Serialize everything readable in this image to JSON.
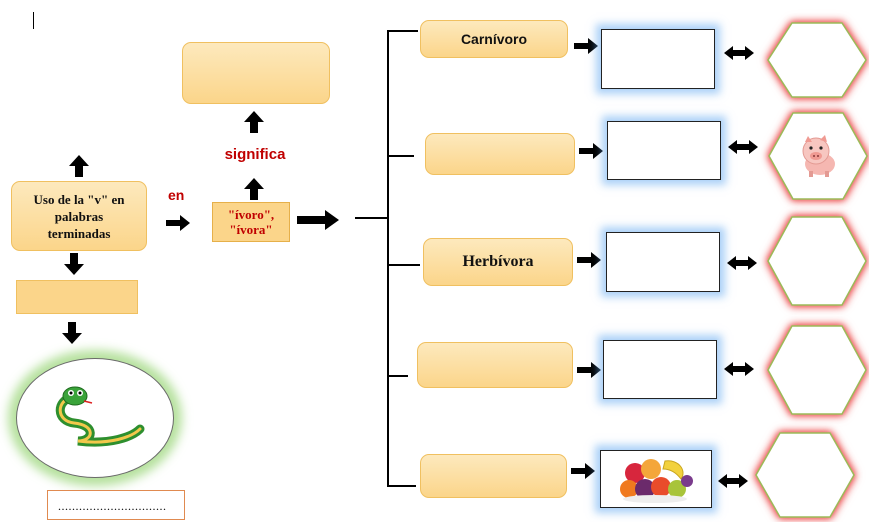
{
  "left": {
    "topic": "Uso de la \"v\" en palabras terminadas",
    "dotted_line": "...............................",
    "image_icon": "snake-icon"
  },
  "connector_en": "en",
  "connector_significa": "significa",
  "endings": "\"ívoro\", \"ívora\"",
  "branches": [
    {
      "label": "Carnívoro",
      "image_icon": ""
    },
    {
      "label": "",
      "image_icon": "pig-icon"
    },
    {
      "label": "Herbívora",
      "image_icon": ""
    },
    {
      "label": "",
      "image_icon": ""
    },
    {
      "label": "",
      "image_icon": "fruit-basket-icon"
    }
  ],
  "colors": {
    "box_fill": "#fbd58a",
    "box_border": "#f0c060",
    "accent_red": "#c00000",
    "glow_green": "#8fd16a",
    "glow_blue": "#64aaf0",
    "glow_red": "#eb4646"
  }
}
